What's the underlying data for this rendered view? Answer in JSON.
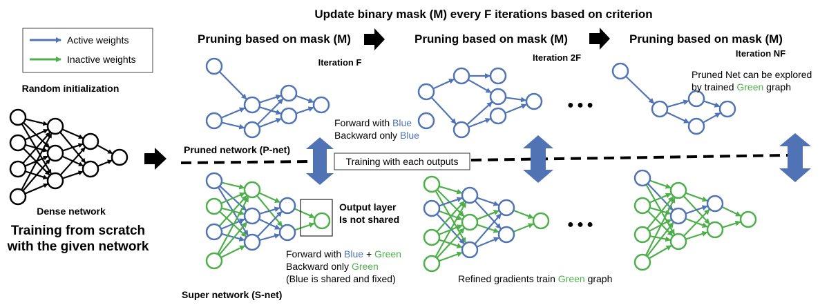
{
  "header": {
    "title": "Update binary mask (M) every F iterations based on criterion",
    "stage_label": "Pruning based on mask (M)"
  },
  "legend": {
    "active": "Active weights",
    "inactive": "Inactive weights"
  },
  "dense": {
    "title": "Random initialization",
    "caption": "Dense network",
    "training_line1": "Training from scratch",
    "training_line2": "with the given network"
  },
  "iterations": [
    "Iteration F",
    "Iteration 2F",
    "Iteration NF"
  ],
  "pnet": {
    "label": "Pruned network (P-net)",
    "fwd_prefix": "Forward with ",
    "fwd_blue": "Blue",
    "bwd_prefix": "Backward only ",
    "bwd_blue": "Blue"
  },
  "training_box": "Training with each outputs",
  "snet": {
    "label": "Super network (S-net)",
    "output_note_line1": "Output layer",
    "output_note_line2": "Is not shared",
    "fwd_prefix": "Forward with ",
    "fwd_blue": "Blue",
    "fwd_plus": " + ",
    "fwd_green": "Green",
    "bwd_prefix": "Backward only ",
    "bwd_green": "Green",
    "shared_note": "(Blue is shared and fixed)"
  },
  "refined": {
    "prefix": "Refined gradients train ",
    "green": "Green",
    "suffix": " graph"
  },
  "pruned_explore": {
    "line1": "Pruned Net can be explored",
    "line2_prefix": "by trained ",
    "line2_green": "Green",
    "line2_suffix": " graph"
  },
  "ellipsis": "● ● ●",
  "colors": {
    "active": "#4f73b5",
    "inactive": "#4daf4a",
    "arrow": "#4f73b5"
  }
}
